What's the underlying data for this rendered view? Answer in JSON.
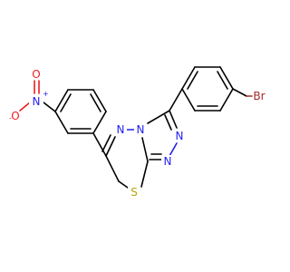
{
  "molecule": {
    "atom_labels": {
      "n_nitro": "N",
      "o_nitro_top": "O",
      "o_nitro_left": "O",
      "n_ring_a": "N",
      "n_ring_b": "N",
      "n_tri_1": "N",
      "n_tri_2": "N",
      "s_ring": "S",
      "br": "Br"
    },
    "charges": {
      "n_nitro_plus": "+",
      "o_nitro_minus": "-"
    }
  },
  "colors": {
    "carbon": "#000000",
    "nitrogen": "#1f1ff2",
    "oxygen": "#ee1d1d",
    "sulfur": "#b8a400",
    "bromine": "#a52a2a",
    "background": "#ffffff"
  }
}
